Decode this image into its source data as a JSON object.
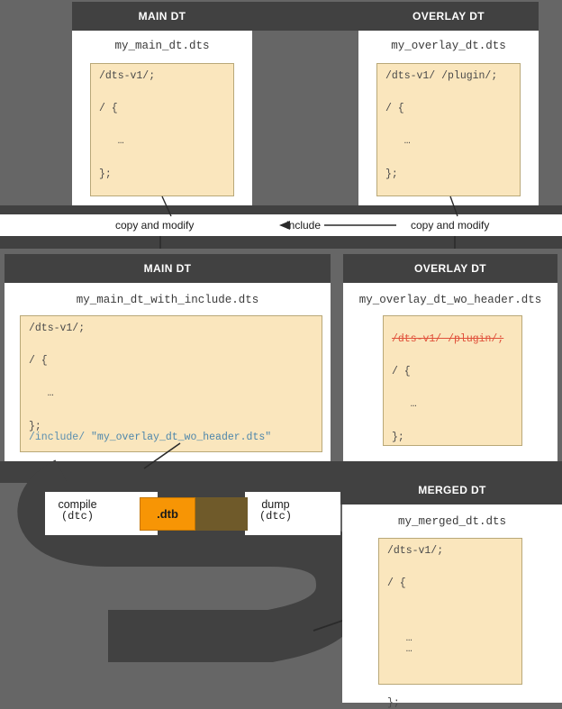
{
  "background_color": "#666666",
  "header_color": "#414141",
  "code_bg_color": "#fae6bd",
  "dtb_color": "#f79505",
  "strike_color": "#e0503a",
  "top_row": {
    "main": {
      "header": "MAIN DT",
      "filename": "my_main_dt.dts",
      "code_lines": [
        "/dts-v1/;",
        "",
        "/ {",
        "",
        "   …",
        "",
        "};"
      ]
    },
    "overlay": {
      "header": "OVERLAY DT",
      "filename": "my_overlay_dt.dts",
      "code_lines": [
        "/dts-v1/ /plugin/;",
        "",
        "/ {",
        "",
        "   …",
        "",
        "};"
      ]
    }
  },
  "connectors": {
    "copy_and_modify_left": "copy and modify",
    "include": "include",
    "copy_and_modify_right": "copy and modify"
  },
  "middle_row": {
    "main": {
      "header": "MAIN DT",
      "filename": "my_main_dt_with_include.dts",
      "code_lines": [
        "/dts-v1/;",
        "",
        "/ {",
        "",
        "   …",
        "",
        "};"
      ],
      "include_directive": "/include/",
      "include_target": "\"my_overlay_dt_wo_header.dts\""
    },
    "overlay": {
      "header": "OVERLAY DT",
      "filename": "my_overlay_dt_wo_header.dts",
      "struck_line": "/dts-v1/ /plugin/;",
      "code_lines": [
        "",
        "/ {",
        "",
        "   …",
        "",
        "};"
      ]
    }
  },
  "process": {
    "compile_label": "compile",
    "compile_tool": "(dtc)",
    "artifact_label": ".dtb",
    "dump_label": "dump",
    "dump_tool": "(dtc)"
  },
  "bottom_row": {
    "merged": {
      "header": "MERGED DT",
      "filename": "my_merged_dt.dts",
      "code_lines": [
        "/dts-v1/;",
        "",
        "/ {",
        "",
        "",
        "   …",
        "   …",
        "",
        "",
        "};"
      ]
    }
  }
}
